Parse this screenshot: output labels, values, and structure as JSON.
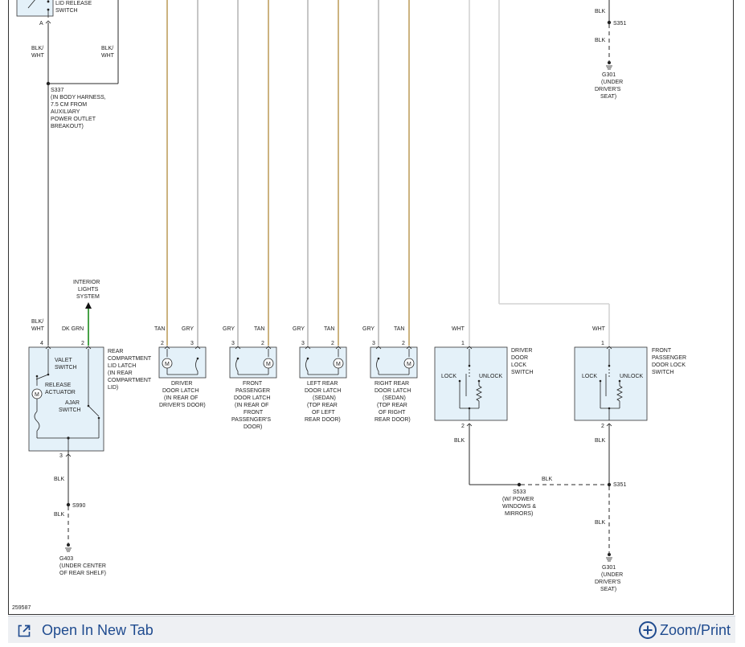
{
  "diagram": {
    "figure_number": "259587",
    "labels": {
      "lid_release_switch": [
        "LID RELEASE",
        "SWITCH"
      ],
      "pin_a": "A",
      "blk_wht": [
        "BLK/",
        "WHT"
      ],
      "s337": [
        "S337",
        "(IN BODY HARNESS,",
        "7.5 CM FROM",
        "AUXILIARY",
        "POWER OUTLET",
        "BREAKOUT)"
      ],
      "interior_lights": [
        "INTERIOR",
        "LIGHTS",
        "SYSTEM"
      ],
      "dk_grn": "DK GRN",
      "rear_latch": [
        "REAR",
        "COMPARTMENT",
        "LID LATCH",
        "(IN REAR",
        "COMPARTMENT",
        "LID)"
      ],
      "valet_switch": [
        "VALET",
        "SWITCH"
      ],
      "release_actuator": [
        "RELEASE",
        "ACTUATOR"
      ],
      "ajar_switch": [
        "AJAR",
        "SWITCH"
      ],
      "s990": "S990",
      "g403": [
        "G403",
        "(UNDER CENTER",
        "OF REAR SHELF)"
      ],
      "driver_latch": [
        "DRIVER",
        "DOOR LATCH",
        "(IN REAR OF",
        "DRIVER'S DOOR)"
      ],
      "front_pass_latch": [
        "FRONT",
        "PASSENGER",
        "DOOR LATCH",
        "(IN REAR OF",
        "FRONT",
        "PASSENGER'S",
        "DOOR)"
      ],
      "left_rear_latch": [
        "LEFT REAR",
        "DOOR LATCH",
        "(SEDAN)",
        "(TOP REAR",
        "OF LEFT",
        "REAR DOOR)"
      ],
      "right_rear_latch": [
        "RIGHT REAR",
        "DOOR LATCH",
        "(SEDAN)",
        "(TOP REAR",
        "OF RIGHT",
        "REAR DOOR)"
      ],
      "driver_lock_switch": [
        "DRIVER",
        "DOOR",
        "LOCK",
        "SWITCH"
      ],
      "front_pass_lock_switch": [
        "FRONT",
        "PASSENGER",
        "DOOR LOCK",
        "SWITCH"
      ],
      "lock": "LOCK",
      "unlock": "UNLOCK",
      "s533": [
        "S533",
        "(W/ POWER",
        "WINDOWS &",
        "MIRRORS)"
      ],
      "s351": "S351",
      "g301": [
        "G301",
        "(UNDER",
        "DRIVER'S",
        "SEAT)"
      ],
      "tan": "TAN",
      "gry": "GRY",
      "wht": "WHT",
      "blk": "BLK",
      "pins": {
        "p1": "1",
        "p2": "2",
        "p3": "3",
        "p4": "4"
      },
      "motor": "M"
    },
    "colors": {
      "tan_wire": "#b08a3c",
      "gry_wire": "#a8a8a8",
      "wht_wire": "#d4d4d4",
      "dk_grn_wire": "#1a8a1a",
      "blk_wire": "#2a2a2a",
      "component_fill": "#e4f1f9"
    }
  },
  "toolbar": {
    "open_label": "Open In New Tab",
    "zoom_label": "Zoom/Print",
    "open_icon": "open-in-new-tab-icon",
    "zoom_icon": "zoom-plus-icon"
  }
}
